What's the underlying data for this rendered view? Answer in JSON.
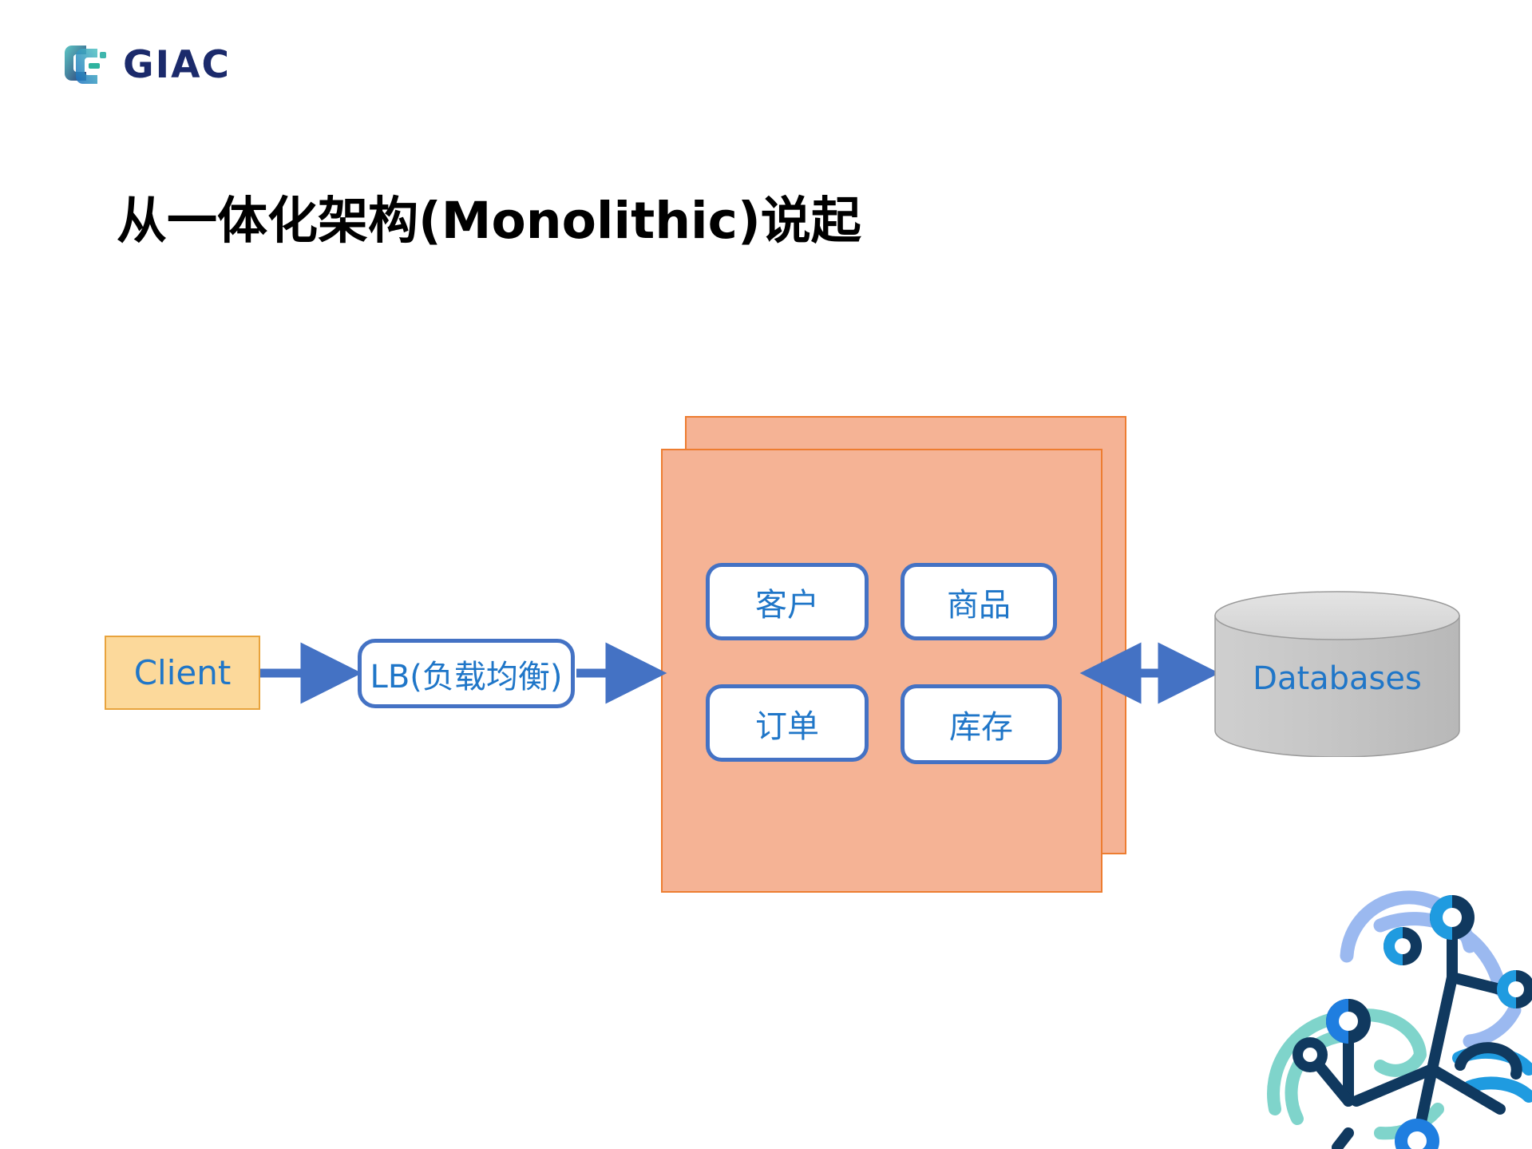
{
  "slide": {
    "brand": {
      "logo_icon": "giac-logo-icon",
      "wordmark": "GIAC"
    },
    "title": "从一体化架构(Monolithic)说起",
    "decoration_icon": "network-nodes-decoration-icon"
  },
  "diagram": {
    "type": "architecture-diagram",
    "client": {
      "label": "Client"
    },
    "load_balancer": {
      "label": "LB(负载均衡)"
    },
    "monolith": {
      "modules": [
        {
          "label": "客户"
        },
        {
          "label": "商品"
        },
        {
          "label": "订单"
        },
        {
          "label": "库存"
        }
      ]
    },
    "database": {
      "label": "Databases"
    },
    "connections": [
      {
        "from": "Client",
        "to": "LB(负载均衡)",
        "style": "single-arrow"
      },
      {
        "from": "LB(负载均衡)",
        "to": "Monolith",
        "style": "single-arrow"
      },
      {
        "from": "Monolith",
        "to": "Databases",
        "style": "double-arrow"
      }
    ]
  },
  "colors": {
    "client_fill": "#fcd99b",
    "client_border": "#e8a33d",
    "panel_fill": "#f5b395",
    "panel_border": "#ed7d31",
    "box_border": "#4472c4",
    "text_blue": "#1f76c8",
    "arrow": "#4472c4",
    "db_fill": "#c4c4c4",
    "logo_navy": "#1b2a6b",
    "logo_teal": "#3fb6ad"
  }
}
